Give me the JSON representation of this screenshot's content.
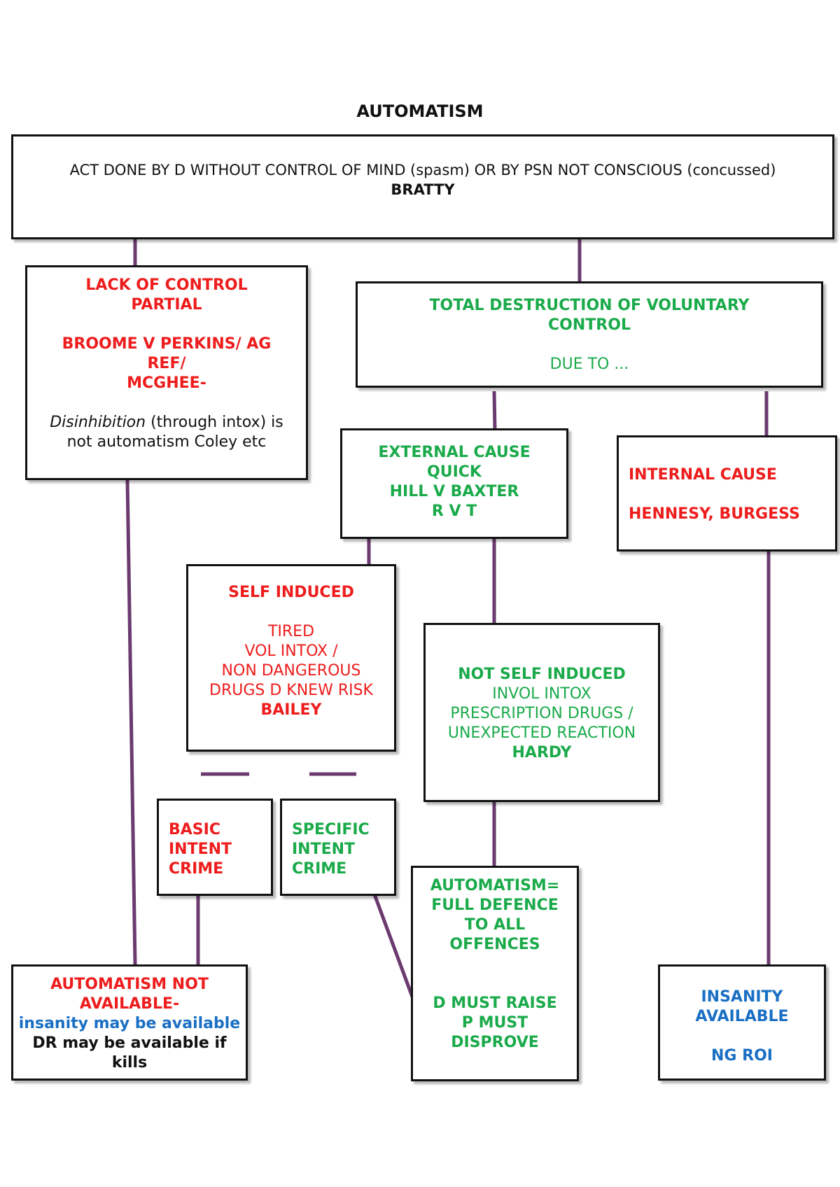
{
  "title": "AUTOMATISM",
  "definition": {
    "text": "ACT DONE BY D WITHOUT CONTROL OF MIND (spasm) OR BY PSN NOT CONSCIOUS (concussed)",
    "case": "BRATTY"
  },
  "lack_of_control": {
    "heading1": "LACK OF CONTROL",
    "heading2": "PARTIAL",
    "case1": "BROOME V PERKINS/ AG",
    "case2": "REF/",
    "case3": "MCGHEE-",
    "note_italic": "Disinhibition",
    "note_rest": " (through intox) is",
    "note_line2": "not automatism  Coley etc"
  },
  "total_destruction": {
    "line1": "TOTAL DESTRUCTION OF VOLUNTARY",
    "line2": "CONTROL",
    "line3": "DUE TO ..."
  },
  "external_cause": {
    "line1": "EXTERNAL CAUSE",
    "line2": "QUICK",
    "line3": "HILL V BAXTER",
    "line4": "R V T"
  },
  "internal_cause": {
    "line1": "INTERNAL CAUSE",
    "line2": "HENNESY, BURGESS"
  },
  "self_induced": {
    "heading": "SELF INDUCED",
    "line1": "TIRED",
    "line2": "VOL INTOX /",
    "line3": "NON DANGEROUS",
    "line4": "DRUGS D KNEW RISK",
    "case": "BAILEY"
  },
  "not_self_induced": {
    "heading": "NOT SELF INDUCED",
    "line1": "INVOL INTOX",
    "line2": "PRESCRIPTION DRUGS /",
    "line3": "UNEXPECTED REACTION",
    "case": "HARDY"
  },
  "basic_intent": {
    "line1": "BASIC",
    "line2": "INTENT",
    "line3": "CRIME"
  },
  "specific_intent": {
    "line1": "SPECIFIC",
    "line2": "INTENT",
    "line3": "CRIME"
  },
  "not_available": {
    "line1": "AUTOMATISM NOT",
    "line2": "AVAILABLE-",
    "line3": "insanity may be available",
    "line4": "DR may be available if",
    "line5": "kills"
  },
  "full_defence": {
    "line1": "AUTOMATISM=",
    "line2": "FULL DEFENCE",
    "line3": "TO ALL",
    "line4": "OFFENCES",
    "line5": "D MUST RAISE",
    "line6": "P MUST",
    "line7": "DISPROVE"
  },
  "insanity": {
    "line1": "INSANITY",
    "line2": "AVAILABLE",
    "line3": "NG ROI"
  },
  "colors": {
    "connector": "#6b3a6f",
    "red": "#ee1c1c",
    "green": "#1aaa4a",
    "blue": "#1a6fc4"
  }
}
